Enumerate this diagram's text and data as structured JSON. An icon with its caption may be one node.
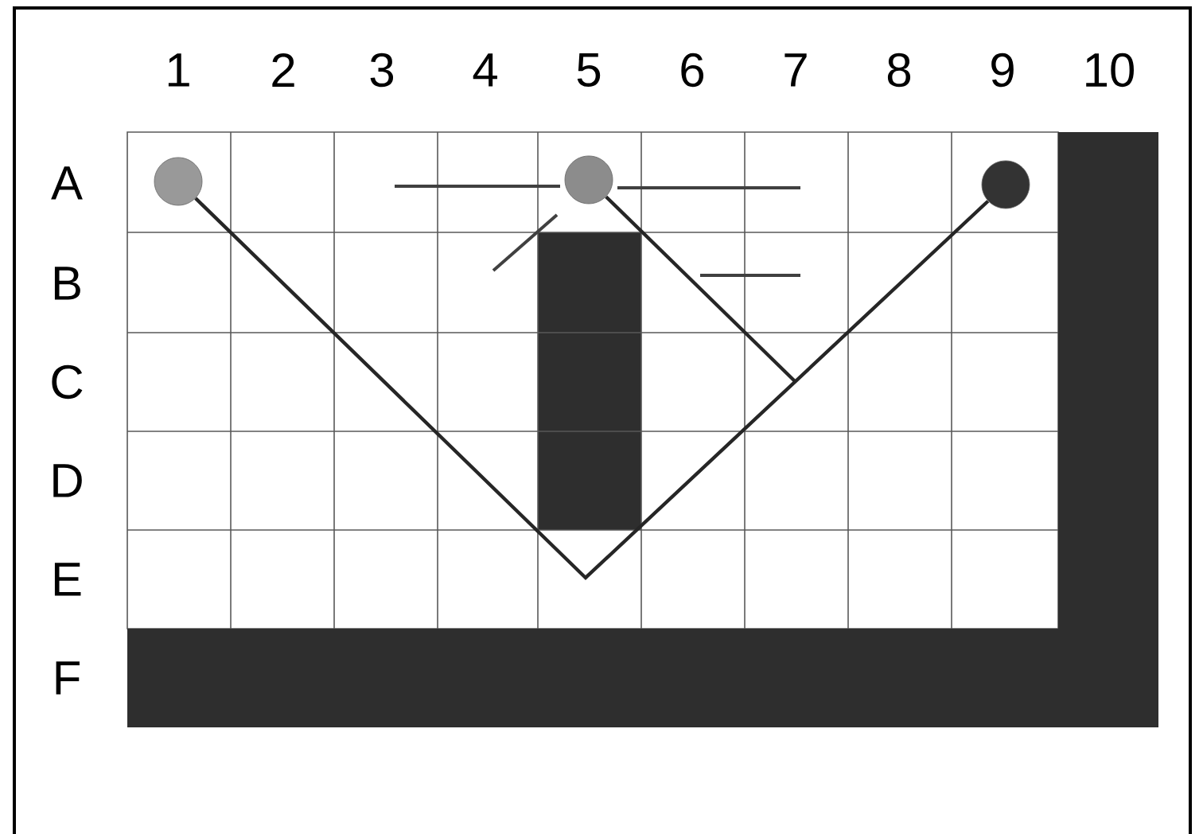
{
  "diagram": {
    "nodes": [
      {
        "text": [],
        "shape": "circle"
      },
      {
        "text": [],
        "shape": "circle"
      },
      {
        "text": [],
        "shape": "circle"
      }
    ],
    "edges": [
      {
        "from": 0,
        "to": 2,
        "arrow": "none"
      },
      {
        "from": 1,
        "to": null,
        "arrow": "none"
      }
    ],
    "labels": [
      "1",
      "2",
      "3",
      "4",
      "5",
      "6",
      "7",
      "8",
      "9",
      "10",
      "A",
      "B",
      "C",
      "D",
      "E",
      "F"
    ]
  }
}
